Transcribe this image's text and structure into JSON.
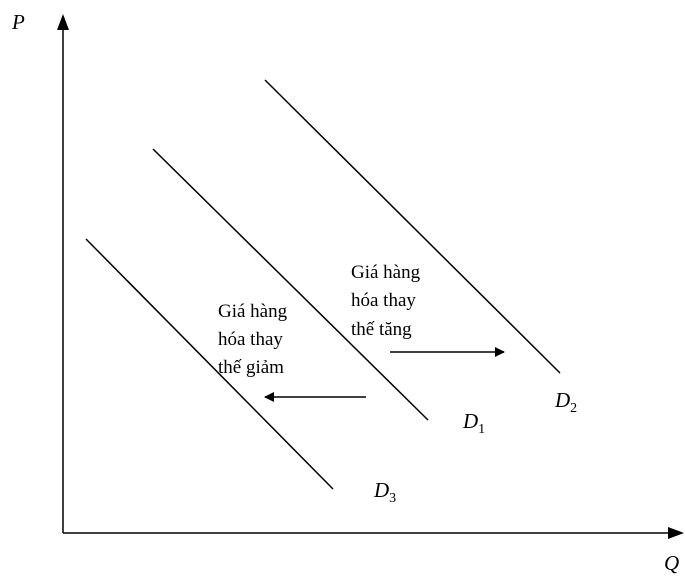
{
  "axes": {
    "y_label": "P",
    "x_label": "Q"
  },
  "curves": [
    {
      "id": "D1",
      "letter": "D",
      "subscript": "1"
    },
    {
      "id": "D2",
      "letter": "D",
      "subscript": "2"
    },
    {
      "id": "D3",
      "letter": "D",
      "subscript": "3"
    }
  ],
  "annotations": {
    "increase": {
      "lines": [
        "Giá hàng",
        "hóa thay",
        "thế tăng"
      ],
      "arrow_direction": "right"
    },
    "decrease": {
      "lines": [
        "Giá hàng",
        "hóa thay",
        "thế giảm"
      ],
      "arrow_direction": "left"
    }
  }
}
